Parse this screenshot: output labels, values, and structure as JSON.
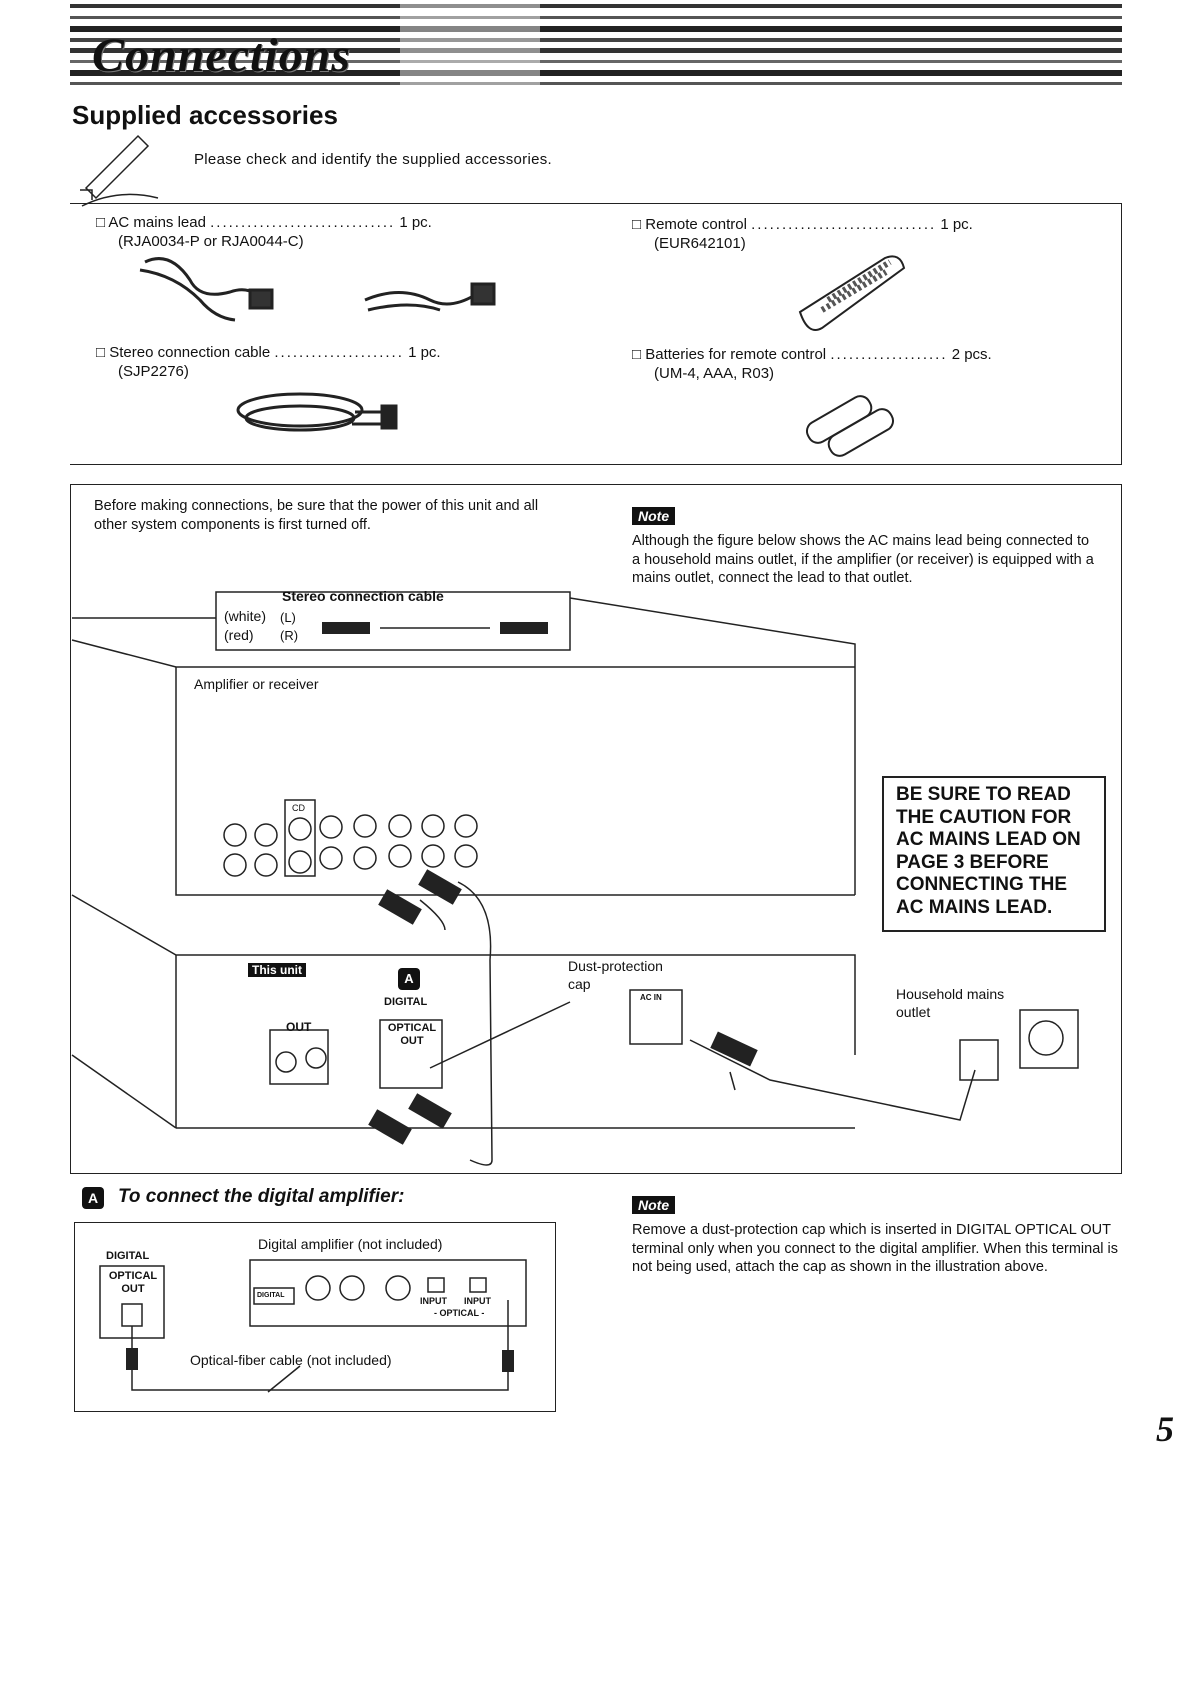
{
  "header": {
    "title": "Connections"
  },
  "accessories": {
    "title": "Supplied accessories",
    "intro": "Please check and identify the supplied accessories.",
    "items": [
      {
        "name": "AC mains lead",
        "qty": "1 pc.",
        "code": "(RJA0034-P or RJA0044-C)"
      },
      {
        "name": "Stereo connection cable",
        "qty": "1 pc.",
        "code": "(SJP2276)"
      },
      {
        "name": "Remote control",
        "qty": "1 pc.",
        "code": "(EUR642101)"
      },
      {
        "name": "Batteries for remote control",
        "qty": "2 pcs.",
        "code": "(UM-4, AAA, R03)"
      }
    ]
  },
  "connection": {
    "before_text": "Before making connections, be sure that the power of this unit and all other system components is first turned off.",
    "note_label": "Note",
    "note_text": "Although the figure below shows the AC mains lead being connected to a household mains outlet, if the amplifier (or receiver) is equipped with a mains outlet, connect the lead to that outlet.",
    "cable_label": "Stereo connection cable",
    "white_label": "(white)",
    "red_label": "(red)",
    "l_label": "(L)",
    "r_label": "(R)",
    "amplifier_label": "Amplifier or receiver",
    "cd_label": "CD",
    "this_unit": "This unit",
    "out_label": "OUT",
    "digital_label": "DIGITAL",
    "optical_out": "OPTICAL OUT",
    "marker_a": "A",
    "dust_cap": "Dust-protection cap",
    "ac_in": "AC IN",
    "household": "Household mains outlet",
    "warning": "BE SURE TO READ THE CAUTION FOR AC MAINS LEAD ON PAGE 3 BEFORE CONNECTING THE AC MAINS LEAD."
  },
  "digital": {
    "marker": "A",
    "title": "To connect the digital amplifier:",
    "amp_label": "Digital amplifier (not included)",
    "cable_label": "Optical-fiber cable (not included)",
    "digital_label": "DIGITAL",
    "optical_out": "OPTICAL OUT",
    "input1": "INPUT",
    "input2": "INPUT",
    "optical": "- OPTICAL -",
    "panel_tag": "DIGITAL",
    "note_label": "Note",
    "note_text": "Remove a dust-protection cap which is inserted in DIGITAL OPTICAL OUT terminal only when you connect to the digital amplifier. When this terminal is not being used, attach the cap as shown in the illustration above."
  },
  "page_number": "5"
}
